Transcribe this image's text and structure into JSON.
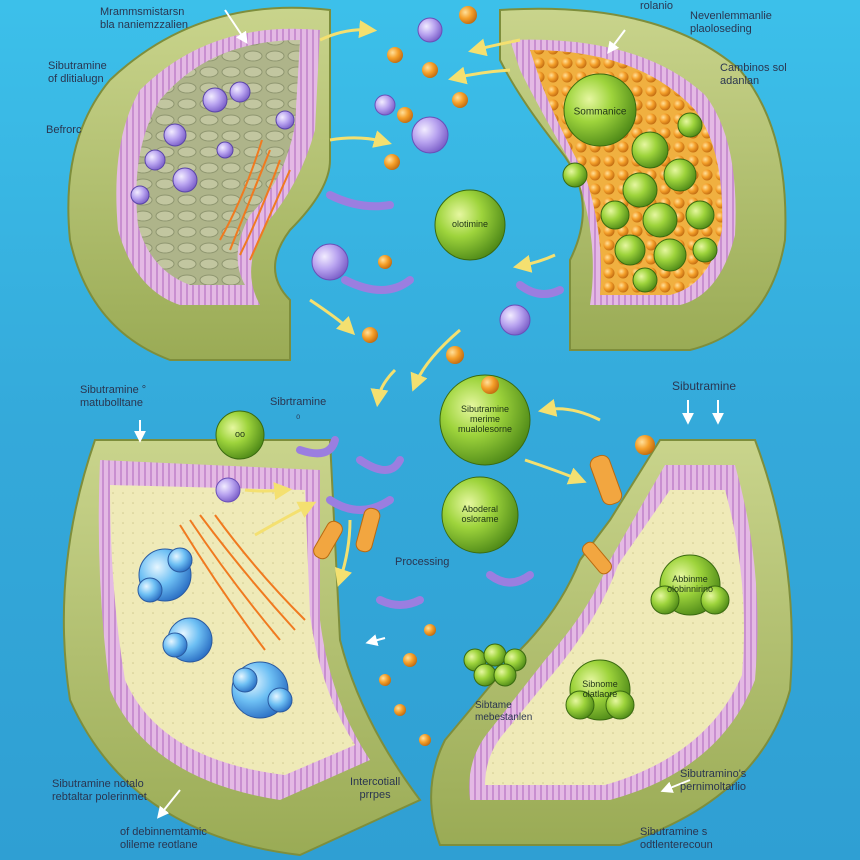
{
  "labels": {
    "top_left_1": "Mrammsmistarsn",
    "top_left_2": "bla naniemzzalien",
    "top_right_1": "rolanio",
    "top_right_2": "Nevenlemmanlie",
    "top_right_3": "plaoloseding",
    "left_sibut_1": "Sibutramine",
    "left_sibut_2": "of dlitialugn",
    "left_before": "Befrorc",
    "right_comb_1": "Cambinos sol",
    "right_comb_2": "adanlan",
    "mid_left_1": "Sibutramine °",
    "mid_left_2": "matubolltane",
    "center_sibut": "Sibrtramine",
    "center_sibut_2": "₀",
    "right_sibut": "Sibutramine",
    "processing": "Processing",
    "bottom_center_1": "Intercotiall",
    "bottom_center_2": "prrpes",
    "bottom_left_1": "Sibutramine notalo",
    "bottom_left_2": "rebtaltar polerinmet",
    "bottom_left_3": "of debinnemtamic",
    "bottom_left_4": "olileme reotlane",
    "bottom_right_1": "Sibutramino's",
    "bottom_right_2": "pernimoltarlio",
    "bottom_right_3": "Sibutramine s",
    "bottom_right_4": "odtlenterecoun",
    "bottom_mid_right_1": "Sibtame",
    "bottom_mid_right_2": "mebestanlen"
  },
  "blobs": {
    "top_right_big": "Sommanice",
    "center_top": "olotimine",
    "center_small": "oo",
    "center_mid_1": "Sibutramine",
    "center_mid_2": "merime",
    "center_mid_3": "mualolesorne",
    "center_low_1": "Aboderal",
    "center_low_2": "oslorame",
    "right_cluster_1": "Abbinme",
    "right_cluster_2": "olobinnirino",
    "right_low_1": "Sibnome",
    "right_low_2": "olatlaore"
  },
  "colors": {
    "background": "#38b6e0",
    "membrane_tissue": "#b9c47a",
    "membrane_edge": "#8a9a4a",
    "lipid_pink": "#e8a8d8",
    "green_molecule": "#8cc83a",
    "orange_molecule": "#f0a030",
    "purple_molecule": "#b8a0e8",
    "blue_cluster": "#60b8f0"
  }
}
